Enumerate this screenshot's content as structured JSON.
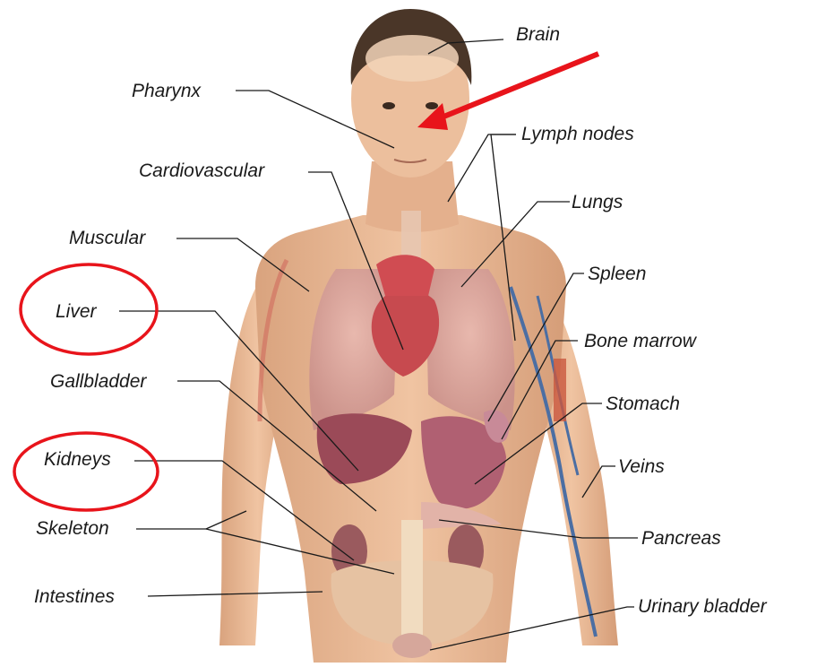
{
  "labels": {
    "brain": "Brain",
    "pharynx": "Pharynx",
    "lymph_nodes": "Lymph nodes",
    "cardiovascular": "Cardiovascular",
    "lungs": "Lungs",
    "muscular": "Muscular",
    "spleen": "Spleen",
    "liver": "Liver",
    "bone_marrow": "Bone marrow",
    "gallbladder": "Gallbladder",
    "stomach": "Stomach",
    "kidneys": "Kidneys",
    "veins": "Veins",
    "skeleton": "Skeleton",
    "pancreas": "Pancreas",
    "intestines": "Intestines",
    "urinary_bladder": "Urinary bladder"
  },
  "colors": {
    "skin": "#e9b995",
    "highlight": "#e8141b",
    "leader_line": "#1a1a1a"
  }
}
